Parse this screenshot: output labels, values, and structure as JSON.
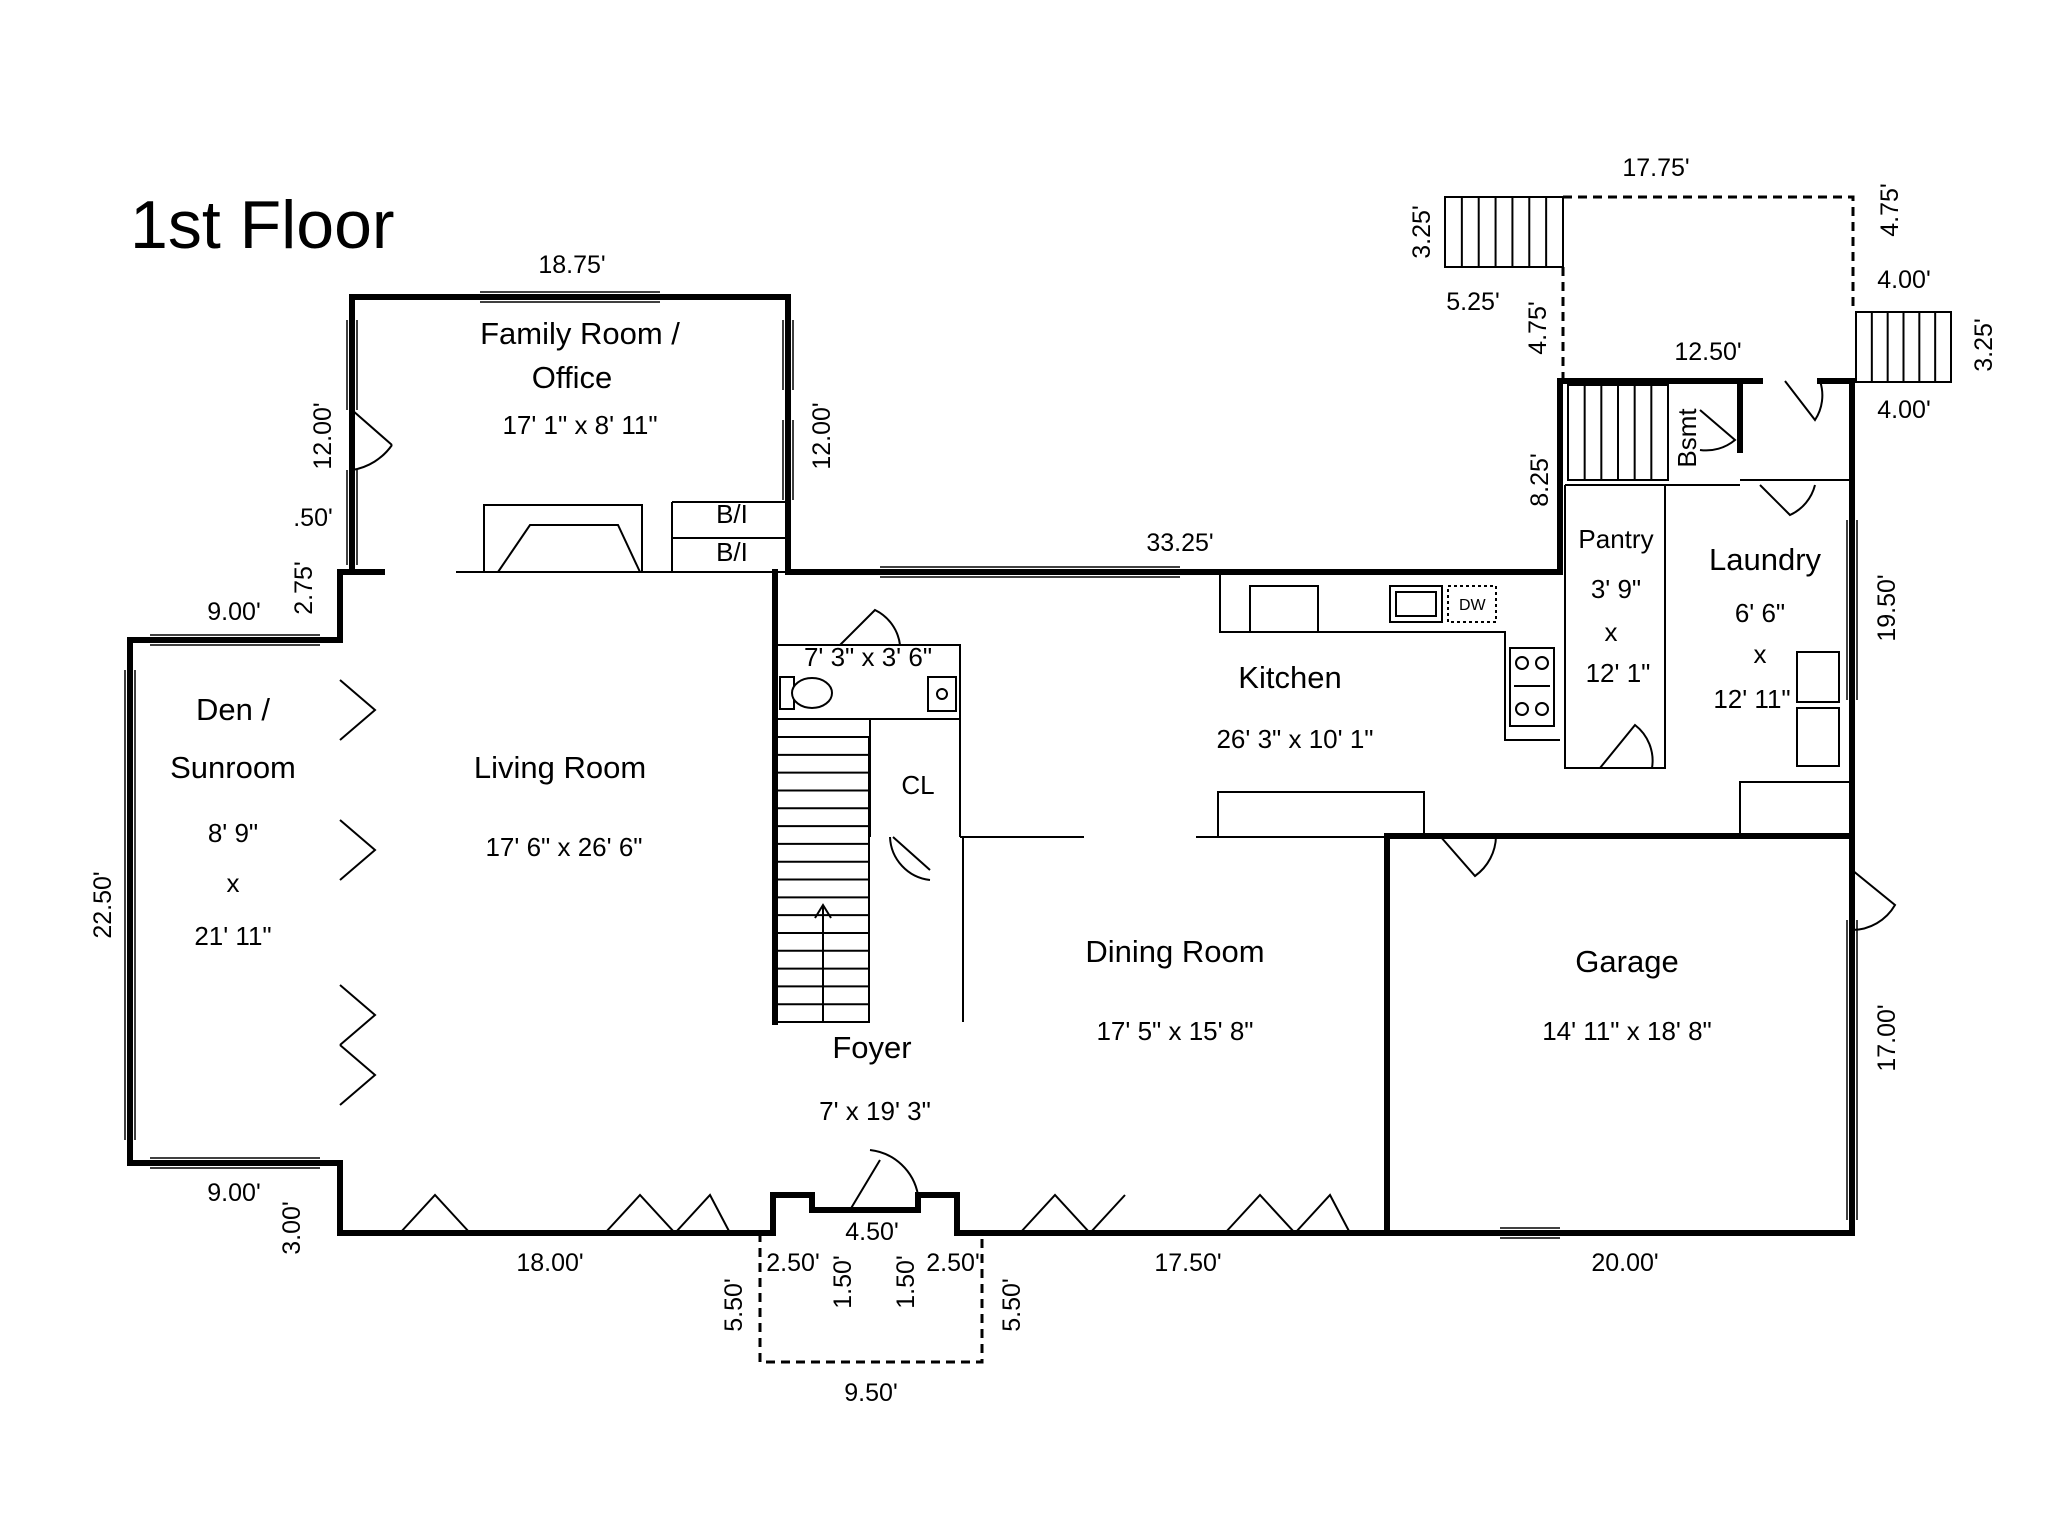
{
  "title": "1st Floor",
  "rooms": {
    "family_room": {
      "name_line1": "Family Room /",
      "name_line2": "Office",
      "size": "17' 1\" x 8' 11\""
    },
    "den": {
      "name_line1": "Den /",
      "name_line2": "Sunroom",
      "size_line1": "8' 9\"",
      "size_x": "x",
      "size_line2": "21' 11\""
    },
    "living": {
      "name": "Living Room",
      "size": "17' 6\" x 26' 6\""
    },
    "half_bath": {
      "size": "7' 3\" x 3' 6\""
    },
    "closet": {
      "name": "CL"
    },
    "foyer": {
      "name": "Foyer",
      "size": "7' x 19' 3\""
    },
    "dining": {
      "name": "Dining Room",
      "size": "17' 5\" x 15' 8\""
    },
    "kitchen": {
      "name": "Kitchen",
      "size": "26' 3\" x 10' 1\""
    },
    "pantry": {
      "name": "Pantry",
      "size_line1": "3' 9\"",
      "size_x": "x",
      "size_line2": "12' 1\""
    },
    "laundry": {
      "name": "Laundry",
      "size_line1": "6' 6\"",
      "size_x": "x",
      "size_line2": "12' 11\""
    },
    "garage": {
      "name": "Garage",
      "size": "14' 11\" x 18' 8\""
    },
    "basement_stair": {
      "name": "Bsmt"
    },
    "built_in_1": "B/I",
    "built_in_2": "B/I",
    "dishwasher": "DW"
  },
  "measurements": {
    "family_top": "18.75'",
    "family_left": "12.00'",
    "family_right": "12.00'",
    "step_50": ".50'",
    "step_275": "2.75'",
    "den_top": "9.00'",
    "den_bottom": "9.00'",
    "den_left": "22.50'",
    "sw_300": "3.00'",
    "living_bottom": "18.00'",
    "porch_left": "5.50'",
    "porch_right": "5.50'",
    "porch_l250": "2.50'",
    "porch_r250": "2.50'",
    "porch_l150": "1.50'",
    "porch_r150": "1.50'",
    "porch_450": "4.50'",
    "porch_950": "9.50'",
    "dining_bottom": "17.50'",
    "garage_bottom": "20.00'",
    "garage_right": "17.00'",
    "kitchen_top": "33.25'",
    "laundry_right": "19.50'",
    "pantry_left": "8.25'",
    "rear_top": "12.50'",
    "deck_top": "17.75'",
    "deck_left": "4.75'",
    "deck_right": "4.75'",
    "stair_l_325": "3.25'",
    "stair_l_525": "5.25'",
    "stair_r_400a": "4.00'",
    "stair_r_400b": "4.00'",
    "stair_r_325": "3.25'"
  }
}
